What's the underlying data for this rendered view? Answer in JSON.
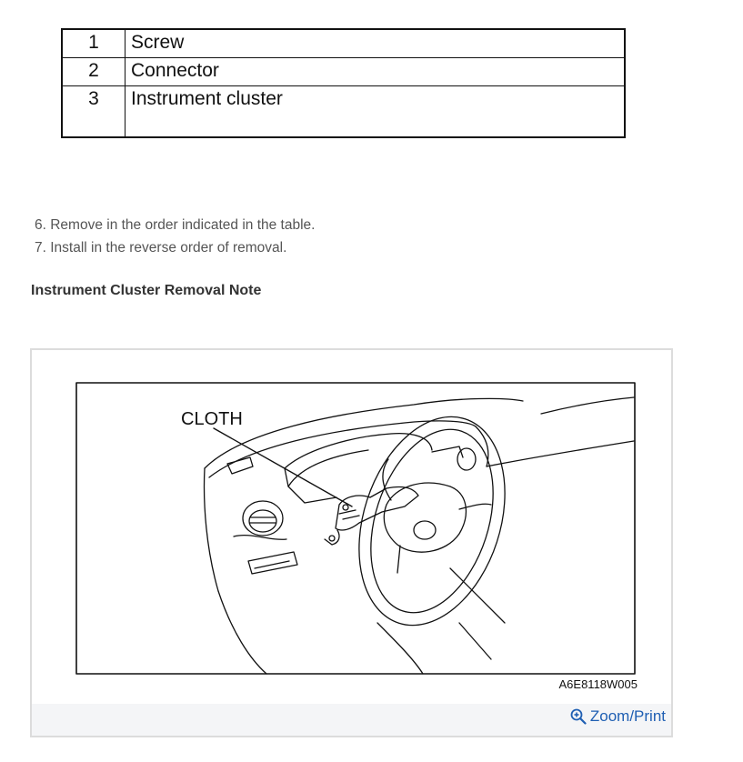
{
  "parts_table": {
    "rows": [
      {
        "num": "1",
        "name": "Screw"
      },
      {
        "num": "2",
        "name": "Connector"
      },
      {
        "num": "3",
        "name": "Instrument cluster"
      }
    ]
  },
  "steps": [
    "6. Remove in the order indicated in the table.",
    "7. Install in the reverse order of removal."
  ],
  "section_title": "Instrument Cluster Removal Note",
  "figure": {
    "callout_label": "CLOTH",
    "figure_code": "A6E8118W005"
  },
  "zoom_link": {
    "label": "Zoom/Print",
    "icon": "zoom-in-icon",
    "color": "#1f5fb3"
  }
}
